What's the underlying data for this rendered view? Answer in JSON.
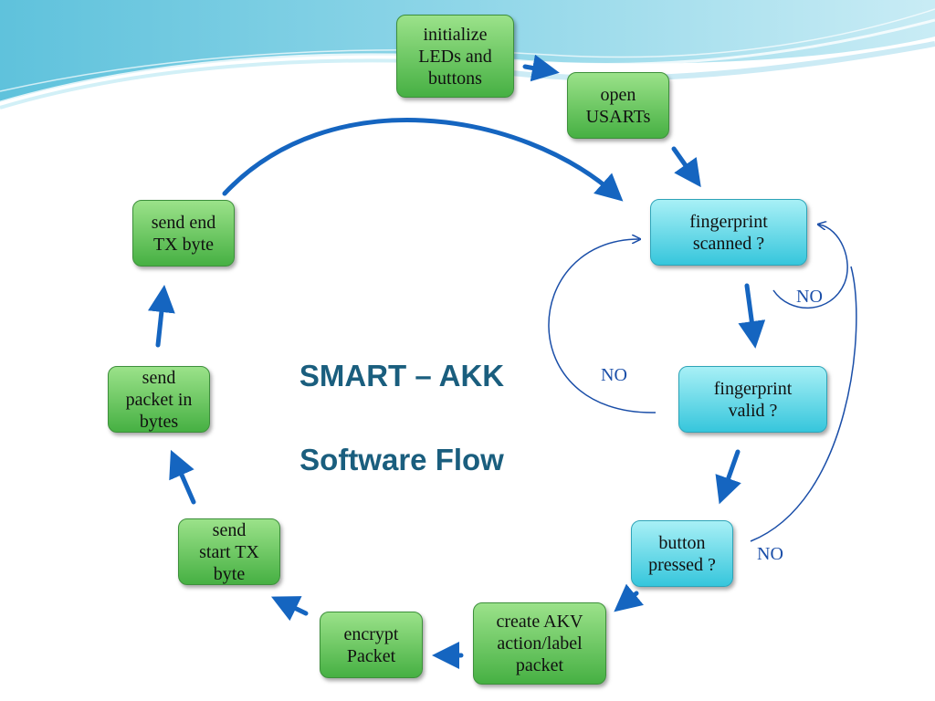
{
  "title": {
    "line1": "SMART – AKK",
    "line2": "Software Flow"
  },
  "nodes": {
    "init_leds": "initialize\nLEDs and\nbuttons",
    "open_usarts": "open\nUSARTs",
    "fingerprint_scanned": "fingerprint\nscanned ?",
    "fingerprint_valid": "fingerprint\nvalid ?",
    "button_pressed": "button\npressed ?",
    "create_akv": "create AKV\naction/label\npacket",
    "encrypt_packet": "encrypt\nPacket",
    "send_start_tx": "send\nstart TX\nbyte",
    "send_packet_bytes": "send\npacket in\nbytes",
    "send_end_tx": "send end\nTX byte"
  },
  "labels": {
    "no_scanned": "NO",
    "no_valid": "NO",
    "no_button": "NO"
  },
  "colors": {
    "process_node": "#5cc356",
    "decision_node": "#5fd6e6",
    "arrow": "#1565c0",
    "title": "#1a5e7e",
    "loop_line": "#1a4ea8"
  }
}
